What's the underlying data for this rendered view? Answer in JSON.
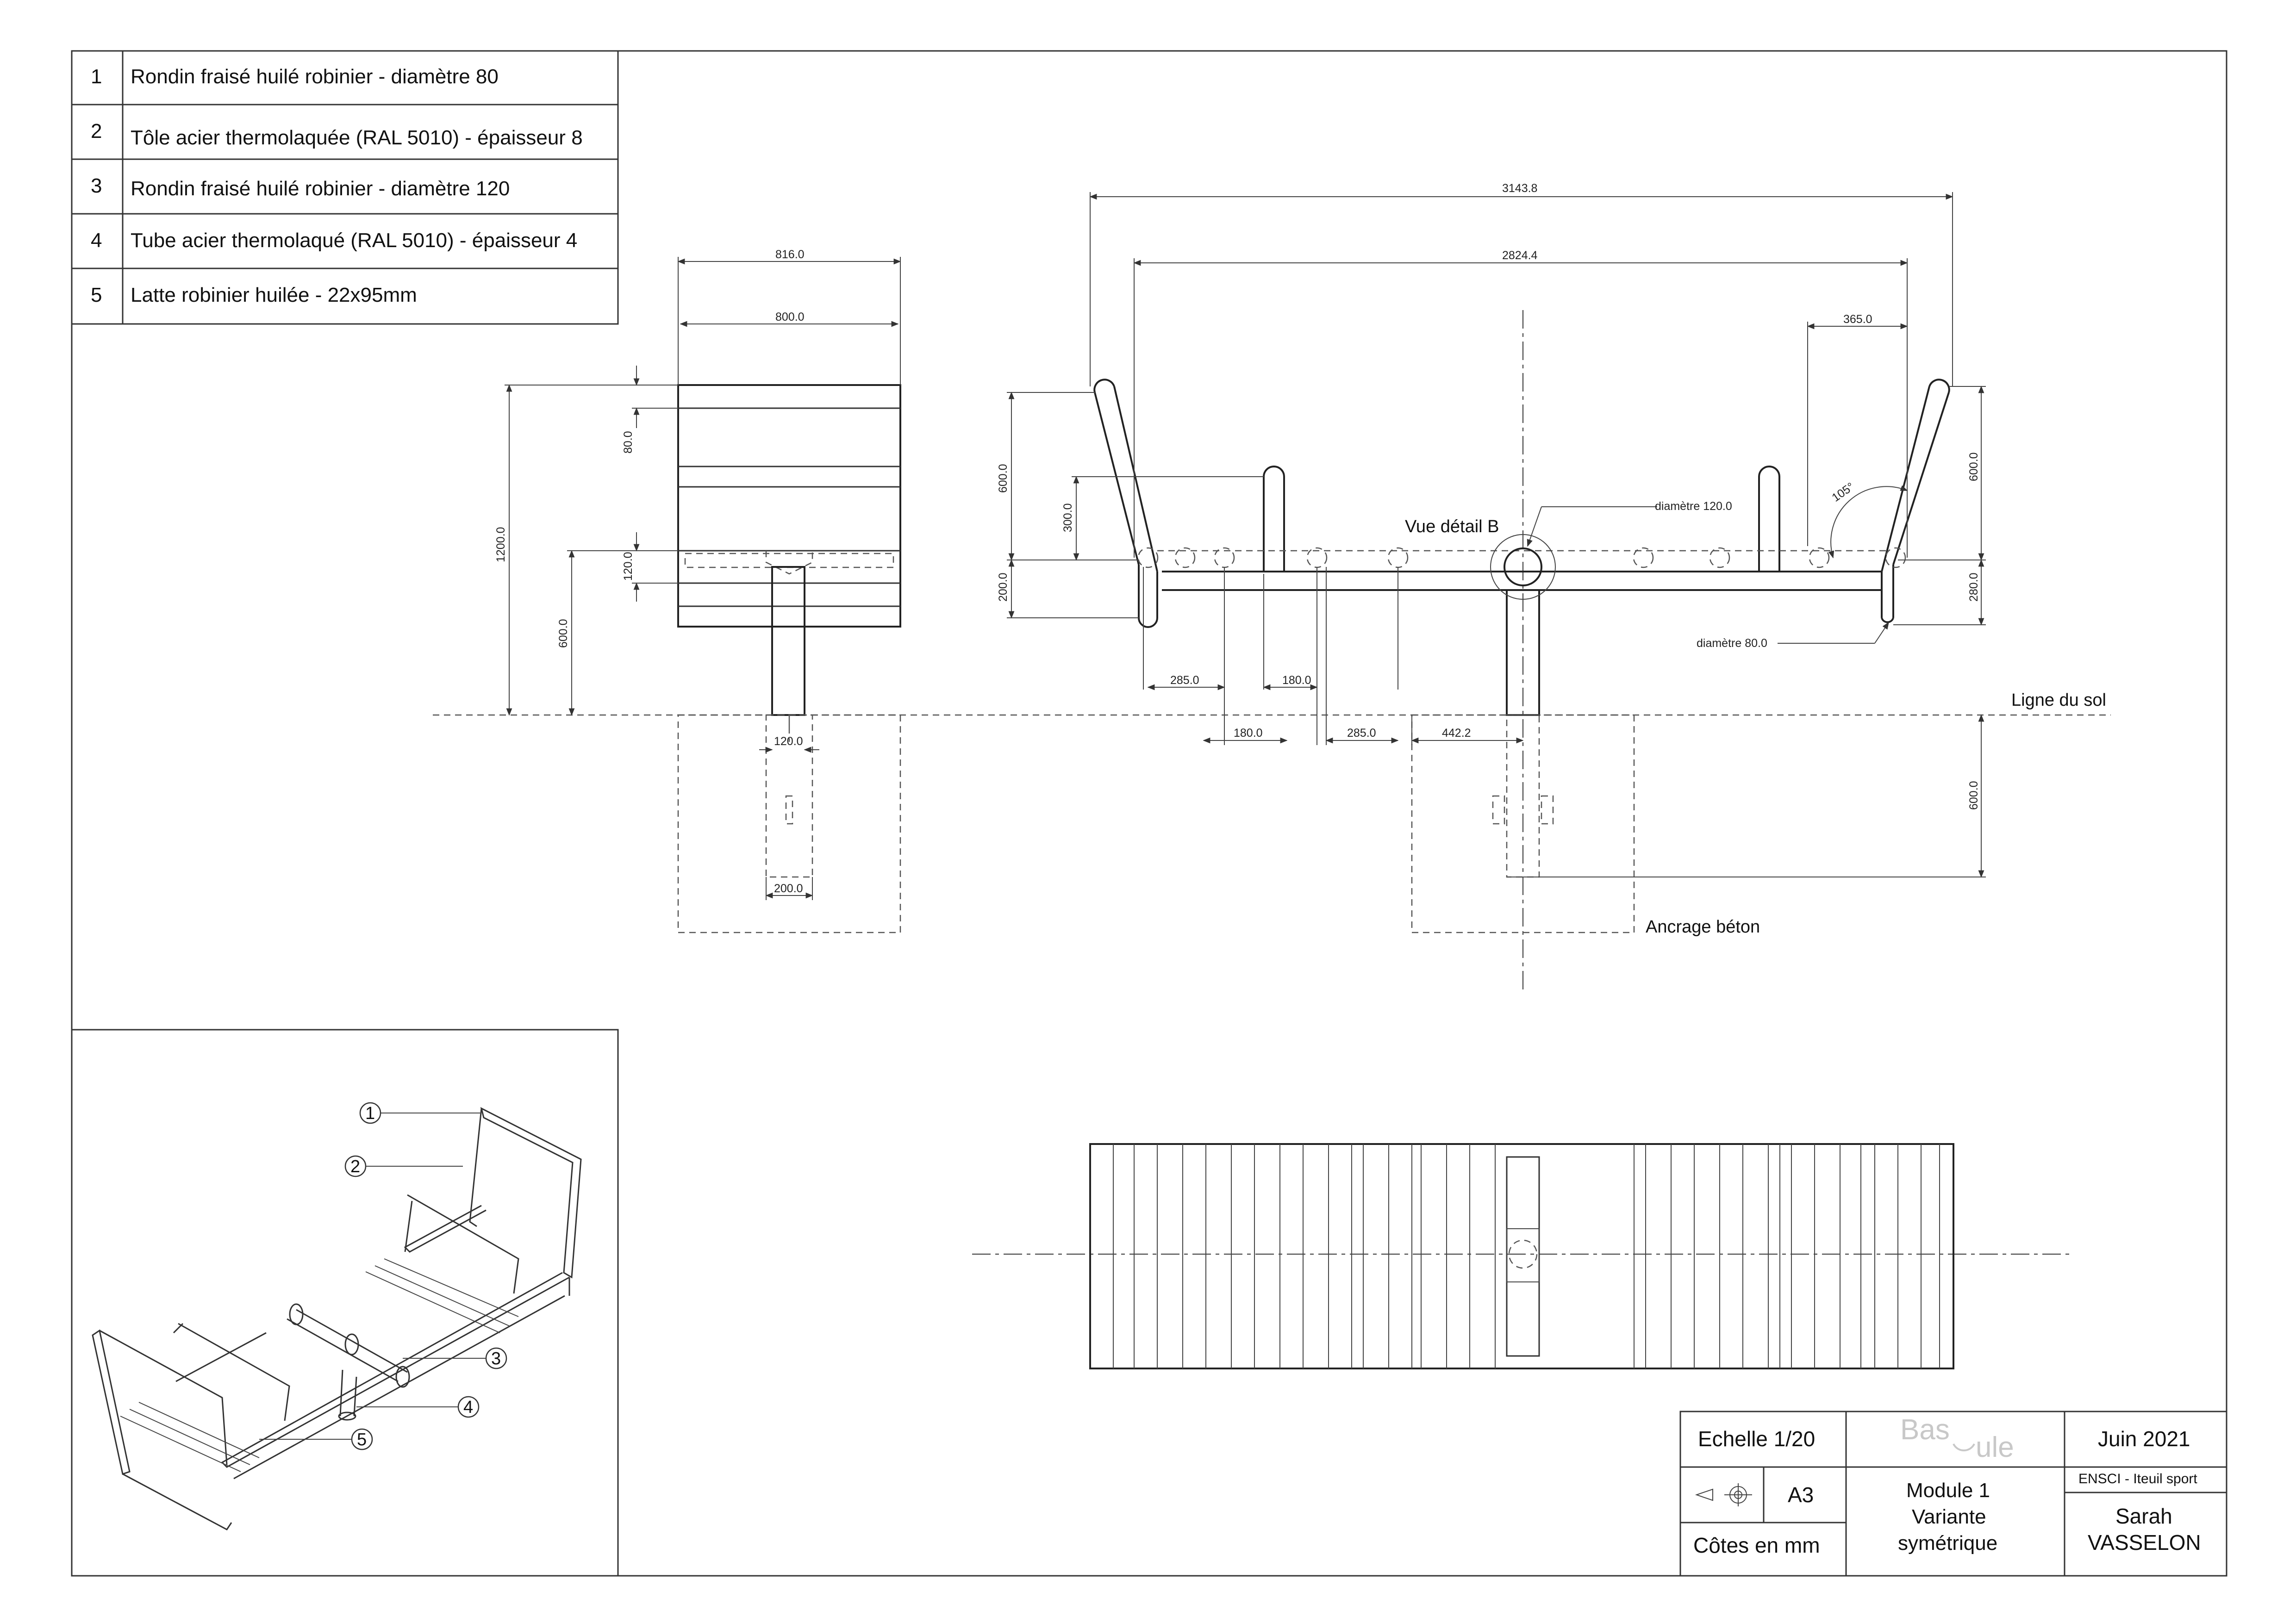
{
  "bom": [
    {
      "num": "1",
      "desc": "Rondin fraisé huilé robinier - diamètre 80"
    },
    {
      "num": "2",
      "desc": "Tôle acier thermolaquée (RAL 5010) - épaisseur 8"
    },
    {
      "num": "3",
      "desc": "Rondin fraisé huilé robinier - diamètre 120"
    },
    {
      "num": "4",
      "desc": "Tube acier thermolaqué (RAL 5010) - épaisseur 4"
    },
    {
      "num": "5",
      "desc": "Latte robinier huilée - 22x95mm"
    }
  ],
  "side_view": {
    "dims": {
      "w816": "816.0",
      "w800": "800.0",
      "h1200": "1200.0",
      "h80": "80.0",
      "h120": "120.0",
      "h600": "600.0",
      "w120": "120.0",
      "w200": "200.0"
    }
  },
  "front_view": {
    "dims": {
      "w3143": "3143.8",
      "w2824": "2824.4",
      "w365": "365.0",
      "h600_left": "600.0",
      "h300": "300.0",
      "h200": "200.0",
      "h600_right": "600.0",
      "h280": "280.0",
      "h600_ground": "600.0",
      "d285_a": "285.0",
      "d180_a": "180.0",
      "d180_b": "180.0",
      "d285_b": "285.0",
      "d442": "442.2",
      "angle": "105°"
    },
    "notes": {
      "diam120": "diamètre 120.0",
      "diam80": "diamètre 80.0",
      "detail": "Vue détail B",
      "ground": "Ligne du sol",
      "anchor": "Ancrage béton"
    }
  },
  "iso_view": {
    "balloons": [
      "1",
      "2",
      "3",
      "4",
      "5"
    ]
  },
  "title_block": {
    "scale": "Echelle 1/20",
    "logo_text_1": "Bas",
    "logo_text_2": "ule",
    "date": "Juin 2021",
    "format": "A3",
    "module": "Module 1",
    "variant": "Variante",
    "variant2": "symétrique",
    "school": "ENSCI - Iteuil sport",
    "author_first": "Sarah",
    "author_last": "VASSELON",
    "units": "Côtes en mm"
  }
}
